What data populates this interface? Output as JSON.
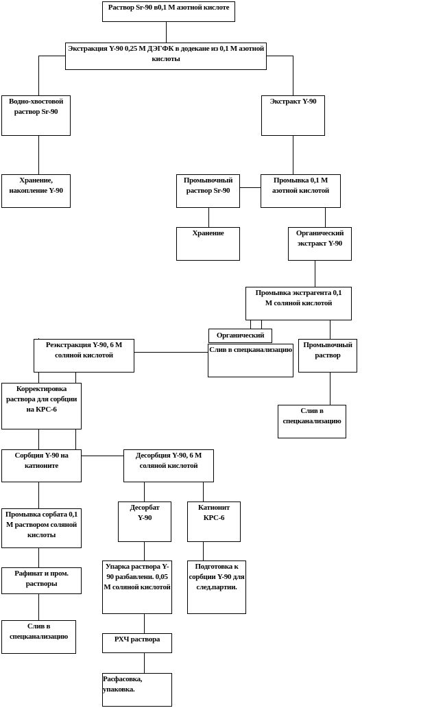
{
  "title": "Схема получения Y-90",
  "nodes": {
    "source": "Раствор Sr-90  в0,1 М азотной кислоте",
    "extraction": "Экстракция Y-90  0,25 М ДЭГФК  в додекане  из 0,1  М азотной кислоты",
    "waste_sr": "Водно-хвостовой раствор Sr-90",
    "extract": "Экстракт  Y-90",
    "storage_accum": "Хранение, накопление  Y-90",
    "wash_solution_sr": "Промывочный раствор Sr-90",
    "wash_nitric": "Промывка 0,1  М азотной кислотой",
    "storage": "Хранение",
    "organic_extract": "Органический экстракт  Y-90",
    "wash_extractant": "Промывка экстрагента  0,1  М соляной кислотой",
    "hidden_box": "Органический",
    "drain_1": "Слив  в  спецканализацию",
    "wash_solution": "Промывочный раствор",
    "drain_2": "Слив  в спецканализацию",
    "reextraction": "Реэкстракция Y-90,  6 М соляной кислотой",
    "correction": "Корректировка  раствора для  сорбции на КРС-6",
    "sorption": "Сорбция Y-90  на катионите",
    "desorption": "Десорбция Y-90,  6 М соляной кислотой",
    "wash_sorbate": "Промывка сорбата 0,1  М раствором соляной кислоты",
    "desorbate": "Десорбат Y-90",
    "cation_exchanger": "Катионит  КРС-6",
    "raffinate": "Рафинат и пром. растворы",
    "evaporation": "Упарка раствора Y-90  разбавлени.  0,05 М соляной кислотой",
    "preparation": "Подготовка  к сорбции Y-90  для след.партии.",
    "drain_3": "Слив  в спецканализацию",
    "rcp": "РХЧ раствора",
    "packaging": "Расфасовка, упаковка."
  }
}
